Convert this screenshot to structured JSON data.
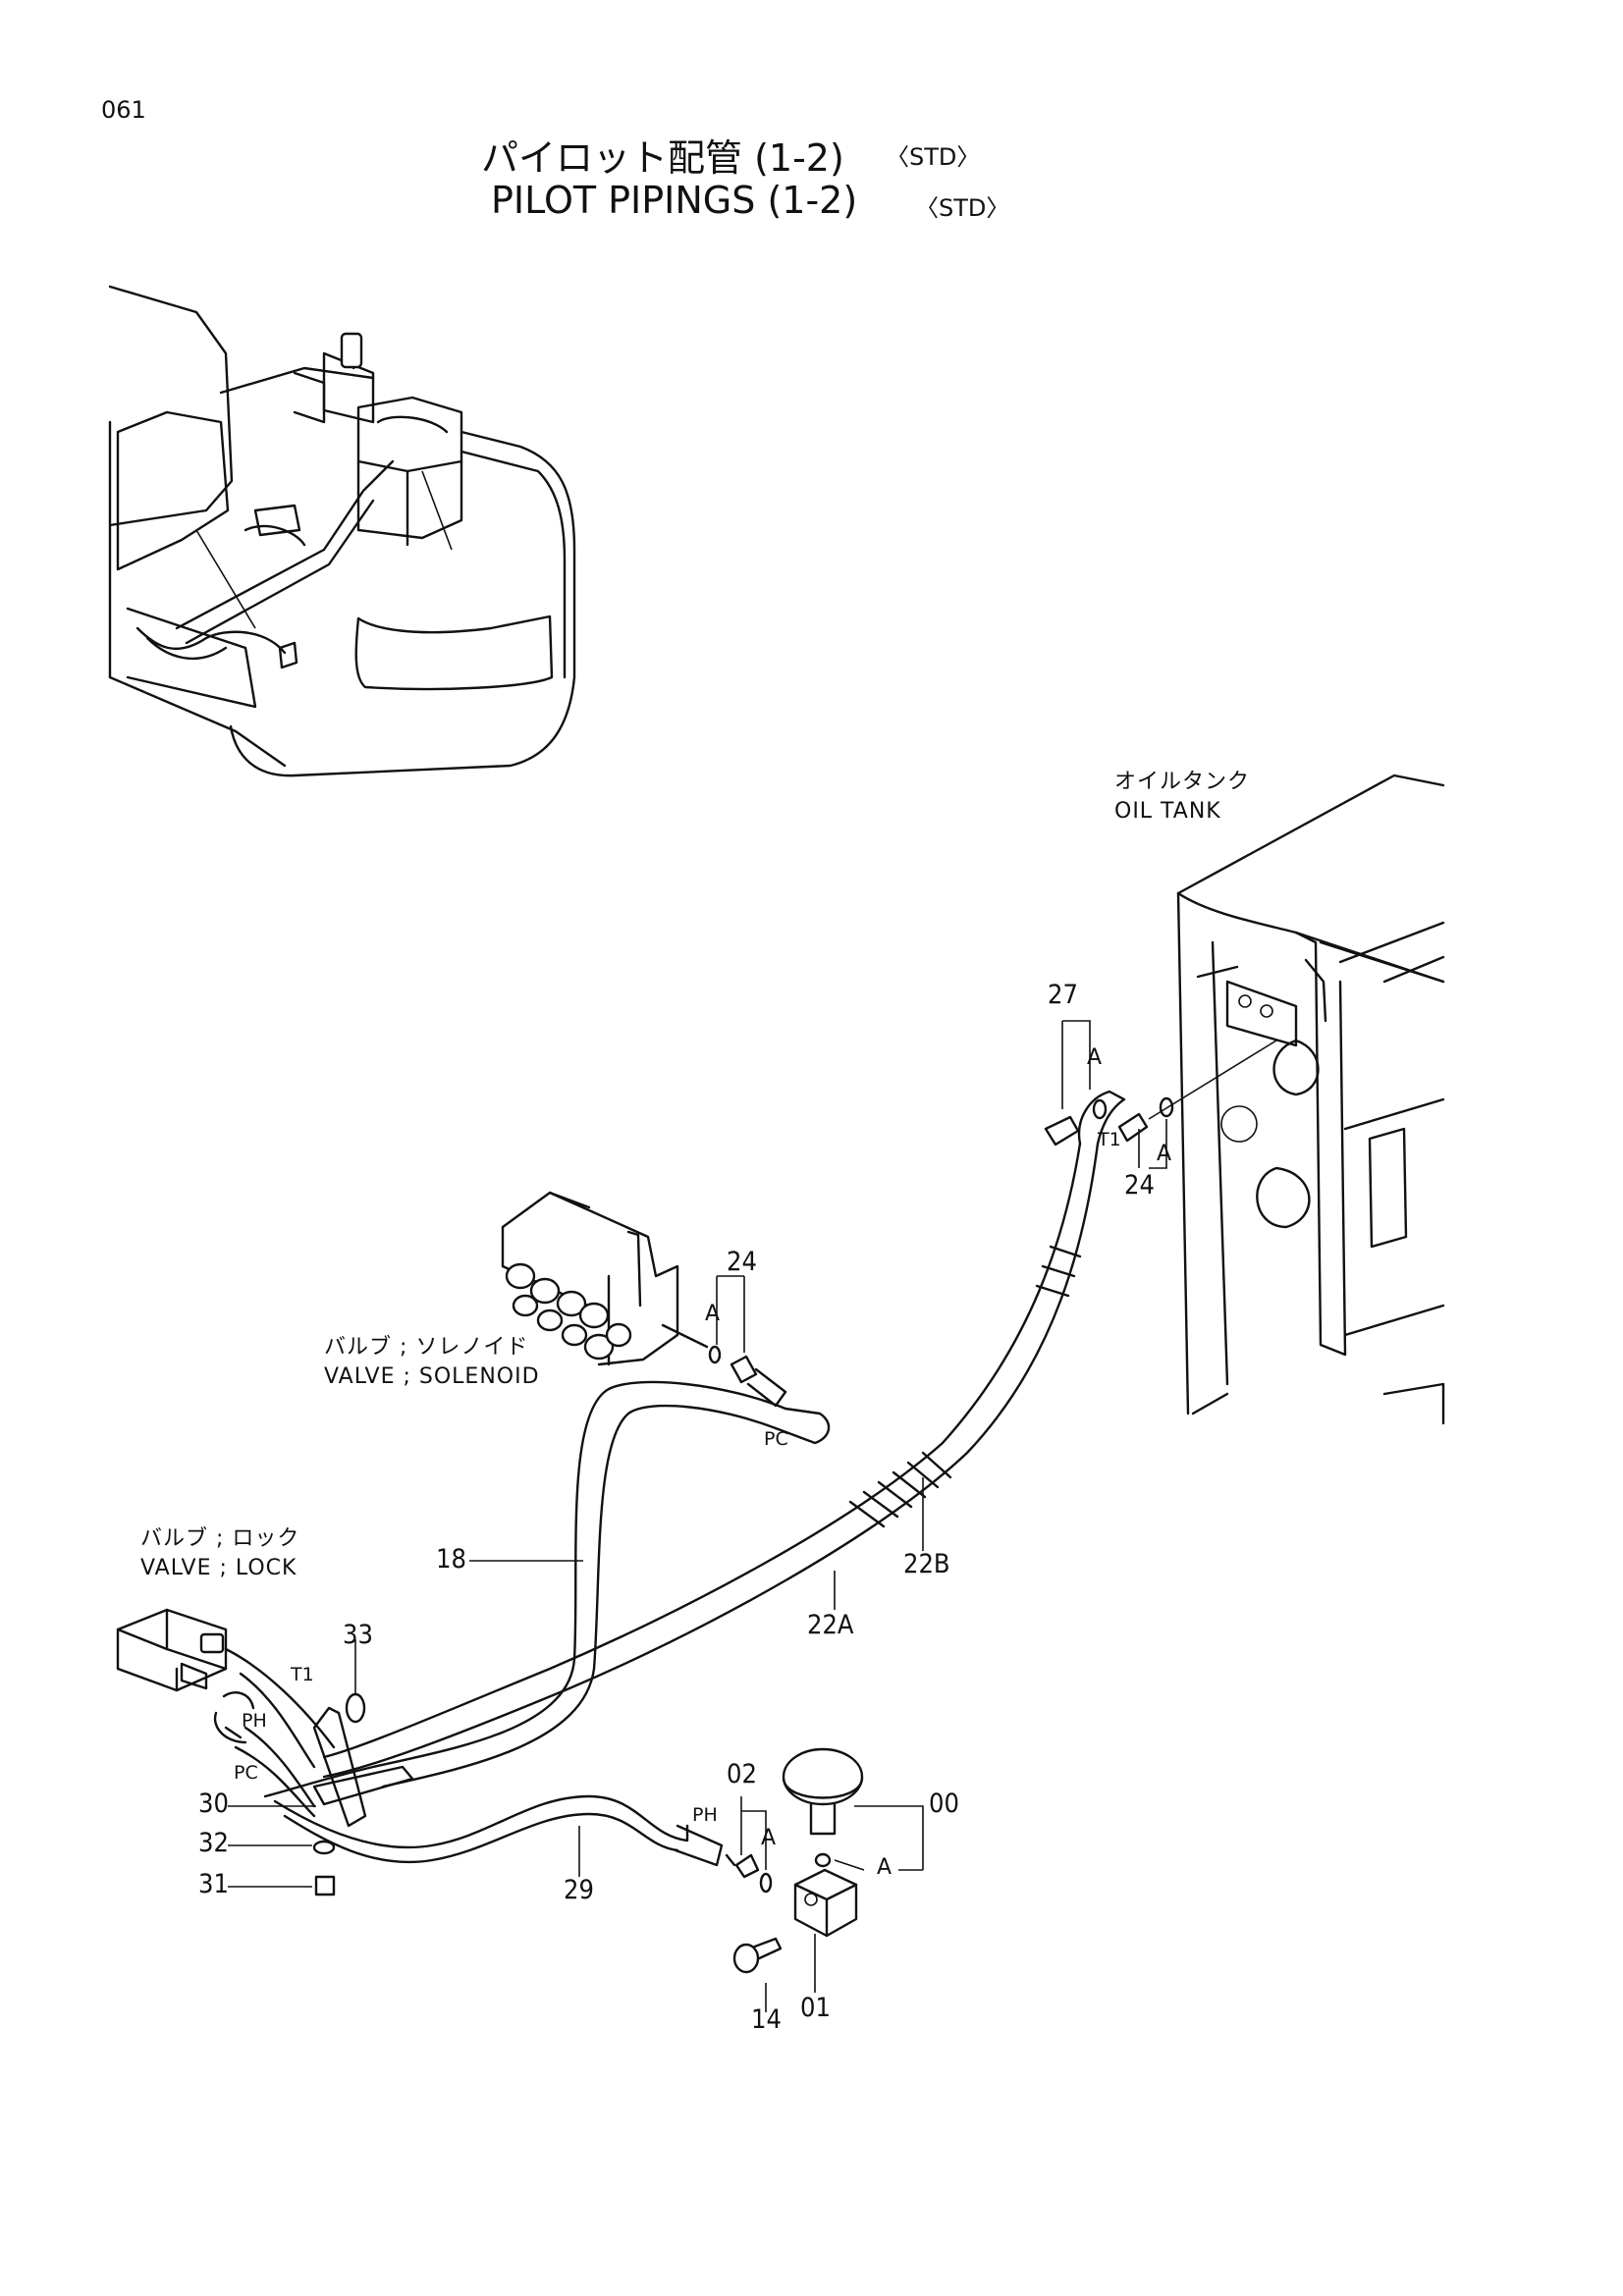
{
  "page": {
    "number": "061",
    "title_ja": "パイロット配管 (1-2)",
    "title_en": "PILOT PIPINGS  (1-2)",
    "title_tag": "〈STD〉"
  },
  "labels": {
    "oil_tank_ja": "オイルタンク",
    "oil_tank_en": "OIL  TANK",
    "valve_solenoid_ja": "バルブ ; ソレノイド",
    "valve_solenoid_en": "VALVE ; SOLENOID",
    "valve_lock_ja": "バルブ ; ロック",
    "valve_lock_en": "VALVE ; LOCK"
  },
  "callouts": {
    "p27": "27",
    "p24_tank": "24",
    "p24_sol": "24",
    "p18": "18",
    "p22b": "22B",
    "p22a": "22A",
    "p33": "33",
    "p30": "30",
    "p32": "32",
    "p31": "31",
    "p29": "29",
    "p02": "02",
    "p00": "00",
    "p14": "14",
    "p01": "01"
  },
  "port_marks": {
    "a_tank_1": "A",
    "a_tank_2": "A",
    "a_sol": "A",
    "a_02": "A",
    "a_00": "A",
    "t1_tank": "T1",
    "pc_sol": "PC",
    "t1_lock": "T1",
    "ph_lock": "PH",
    "pc_lock": "PC",
    "ph_29": "PH"
  }
}
